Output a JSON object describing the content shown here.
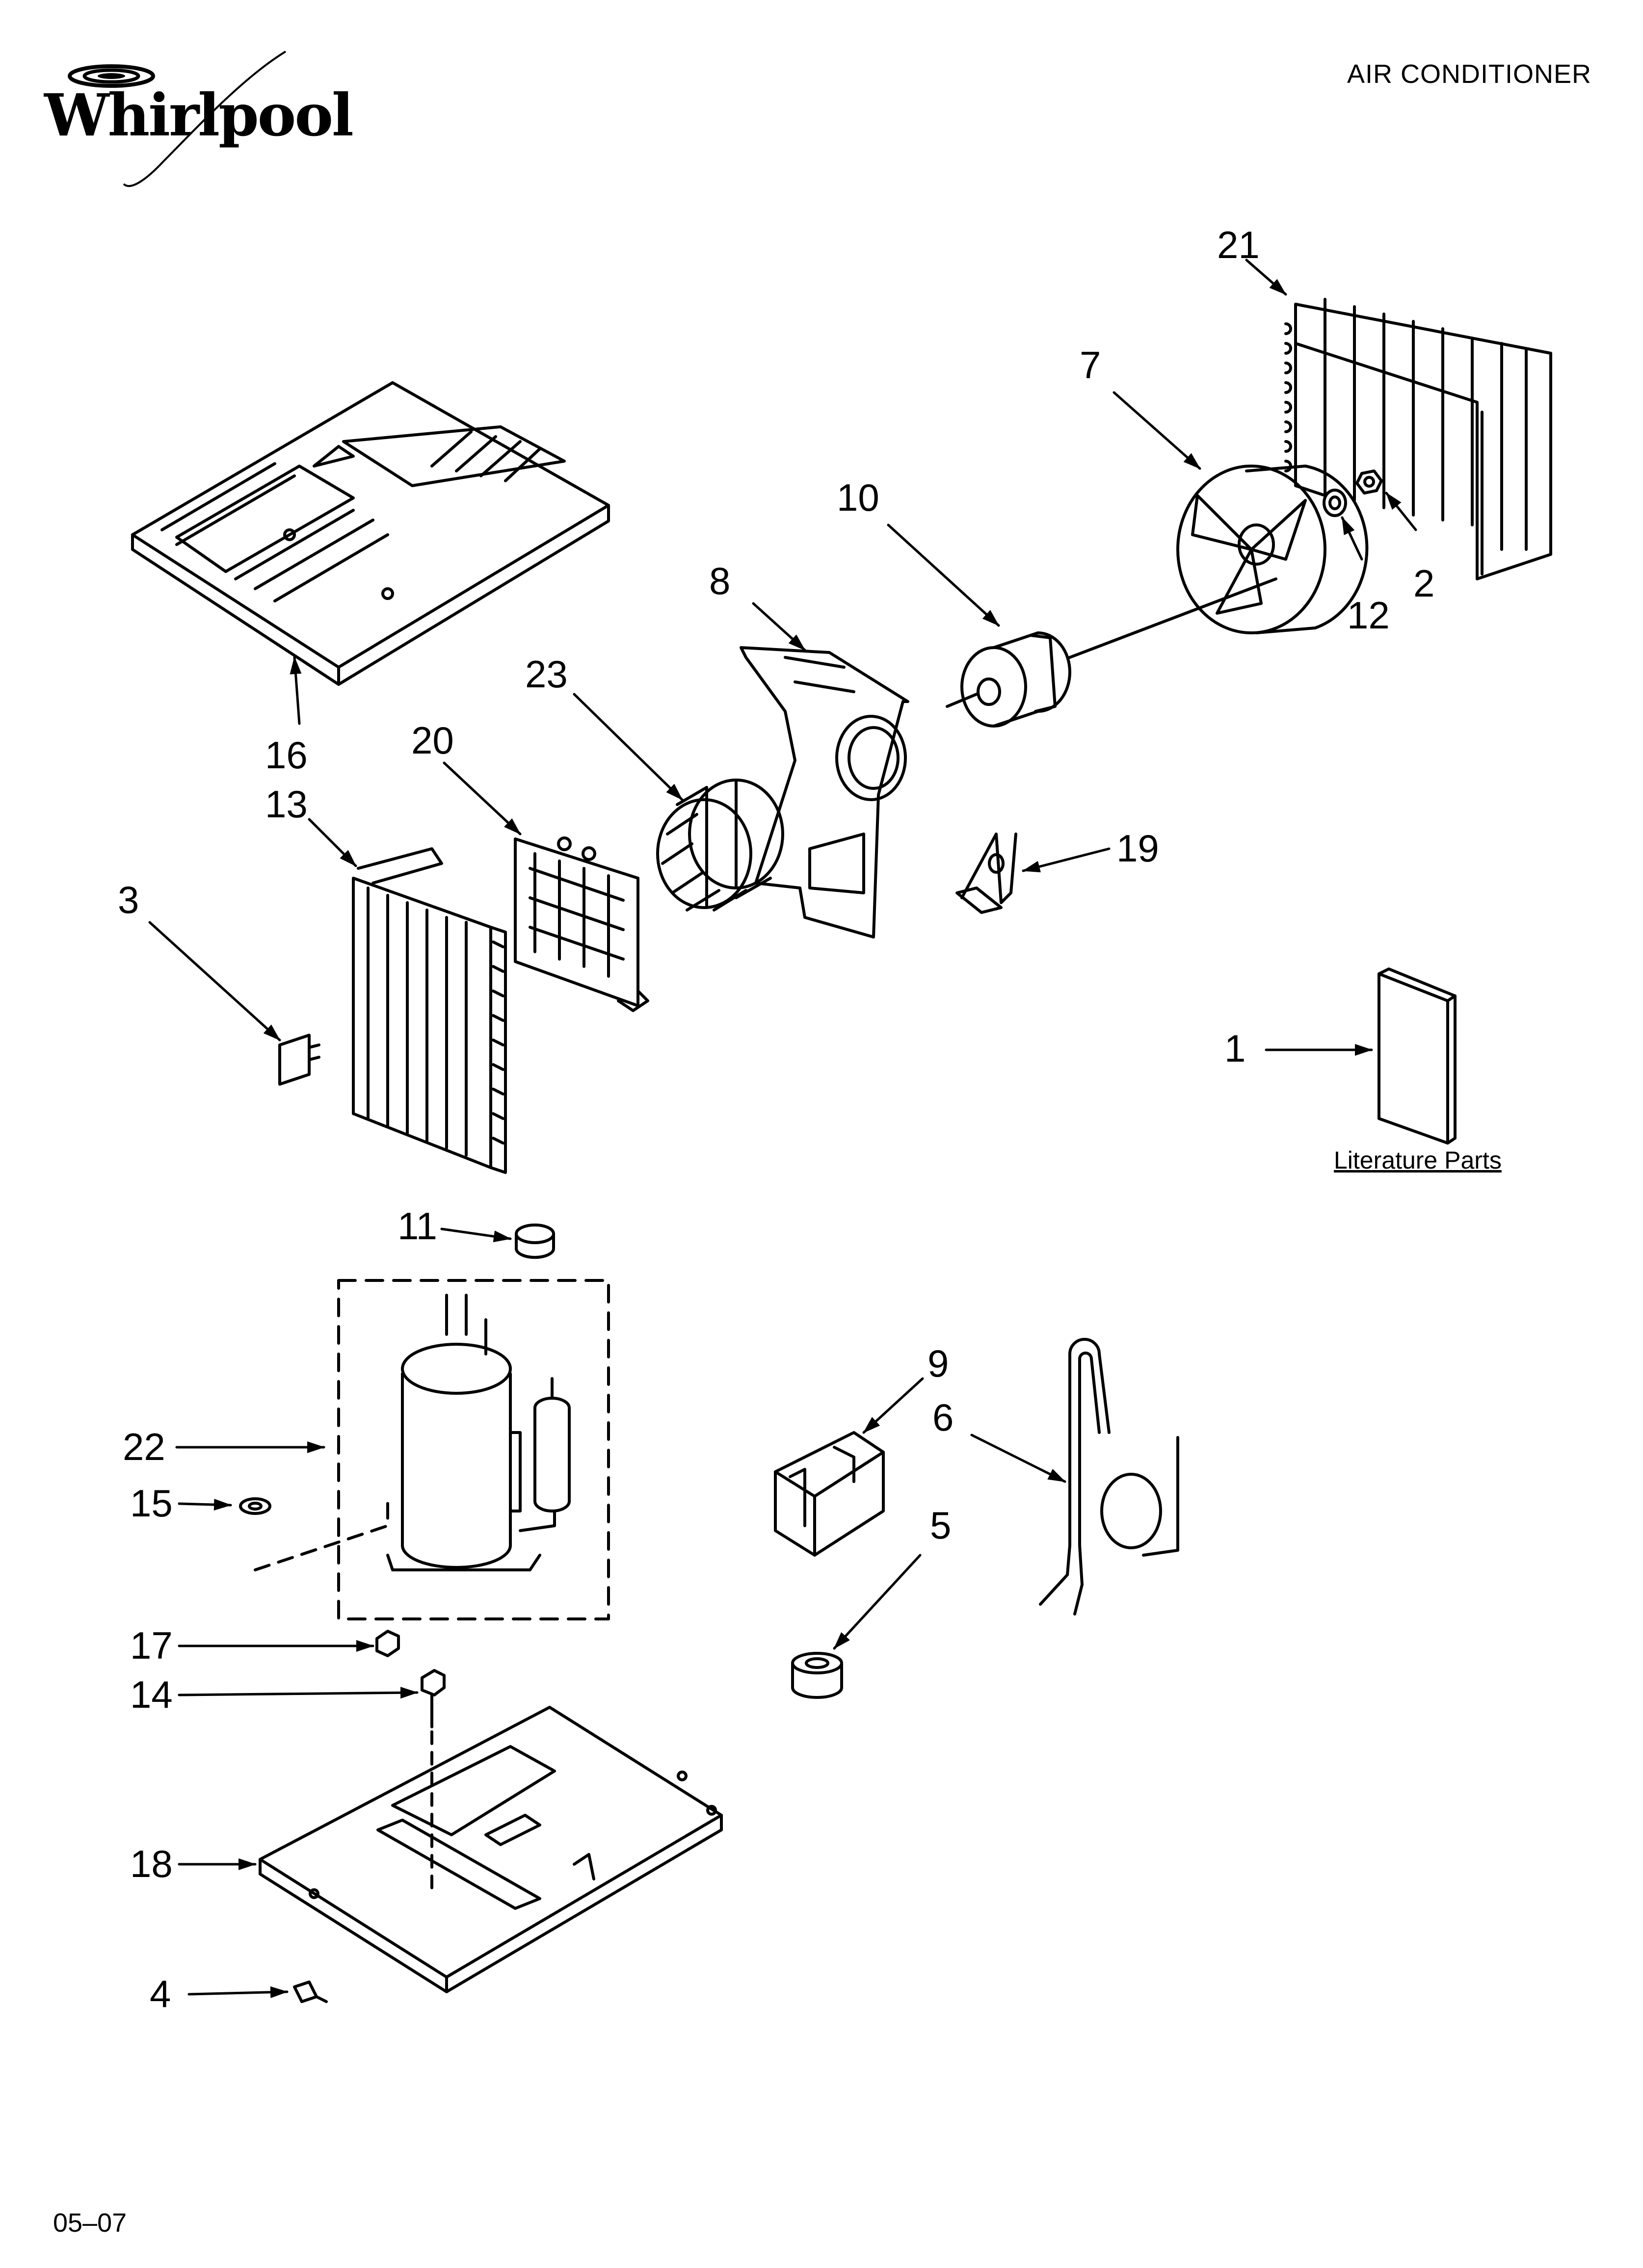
{
  "header": {
    "brand": "Whirlpool",
    "product_title": "AIR CONDITIONER"
  },
  "footer": {
    "code": "05–07"
  },
  "literature_label": "Literature Parts",
  "callouts": [
    {
      "id": "1",
      "text": "1"
    },
    {
      "id": "2",
      "text": "2"
    },
    {
      "id": "3",
      "text": "3"
    },
    {
      "id": "4",
      "text": "4"
    },
    {
      "id": "5",
      "text": "5"
    },
    {
      "id": "6",
      "text": "6"
    },
    {
      "id": "7",
      "text": "7"
    },
    {
      "id": "8",
      "text": "8"
    },
    {
      "id": "9",
      "text": "9"
    },
    {
      "id": "10",
      "text": "10"
    },
    {
      "id": "11",
      "text": "11"
    },
    {
      "id": "12",
      "text": "12"
    },
    {
      "id": "13",
      "text": "13"
    },
    {
      "id": "14",
      "text": "14"
    },
    {
      "id": "15",
      "text": "15"
    },
    {
      "id": "16",
      "text": "16"
    },
    {
      "id": "17",
      "text": "17"
    },
    {
      "id": "18",
      "text": "18"
    },
    {
      "id": "19",
      "text": "19"
    },
    {
      "id": "20",
      "text": "20"
    },
    {
      "id": "21",
      "text": "21"
    },
    {
      "id": "22",
      "text": "22"
    },
    {
      "id": "23",
      "text": "23"
    }
  ]
}
